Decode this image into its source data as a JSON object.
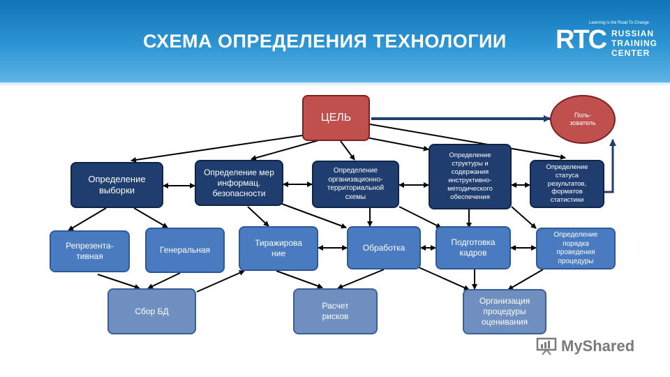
{
  "header": {
    "title": "СХЕМА ОПРЕДЕЛЕНИЯ ТЕХНОЛОГИИ",
    "logo": {
      "mark": "RTC",
      "tagline": "Learning is the Road To Change",
      "lines": [
        "RUSSIAN",
        "TRAINING",
        "CENTER"
      ]
    }
  },
  "nodes": {
    "goal": "ЦЕЛЬ",
    "user": "Поль-зователь",
    "sampling": "Определение выборки",
    "security": "Определение мер информац. безопасности",
    "territorial": "Определение организационно-территориальной схемы",
    "methodical": "Определение структуры и содержания инструктивно-методического обеспечения",
    "results": "Определение статуса результатов, форматов статистики",
    "representative": "Репрезента-тивная",
    "general": "Генеральная",
    "replication": "Тиражирова ние",
    "processing": "Обработка",
    "training": "Подготовка кадров",
    "procedure": "Определение порядка проведения процедуры",
    "database": "Сбор БД",
    "risks": "Расчет рисков",
    "organization": "Организация процедуры оценивания"
  },
  "watermark": "MyShared",
  "colors": {
    "header": "#1a80c4",
    "dark_node": "#1f3d6e",
    "mid_node": "#4a7bc0",
    "light_node": "#6e8fc0",
    "goal": "#c0504d"
  }
}
